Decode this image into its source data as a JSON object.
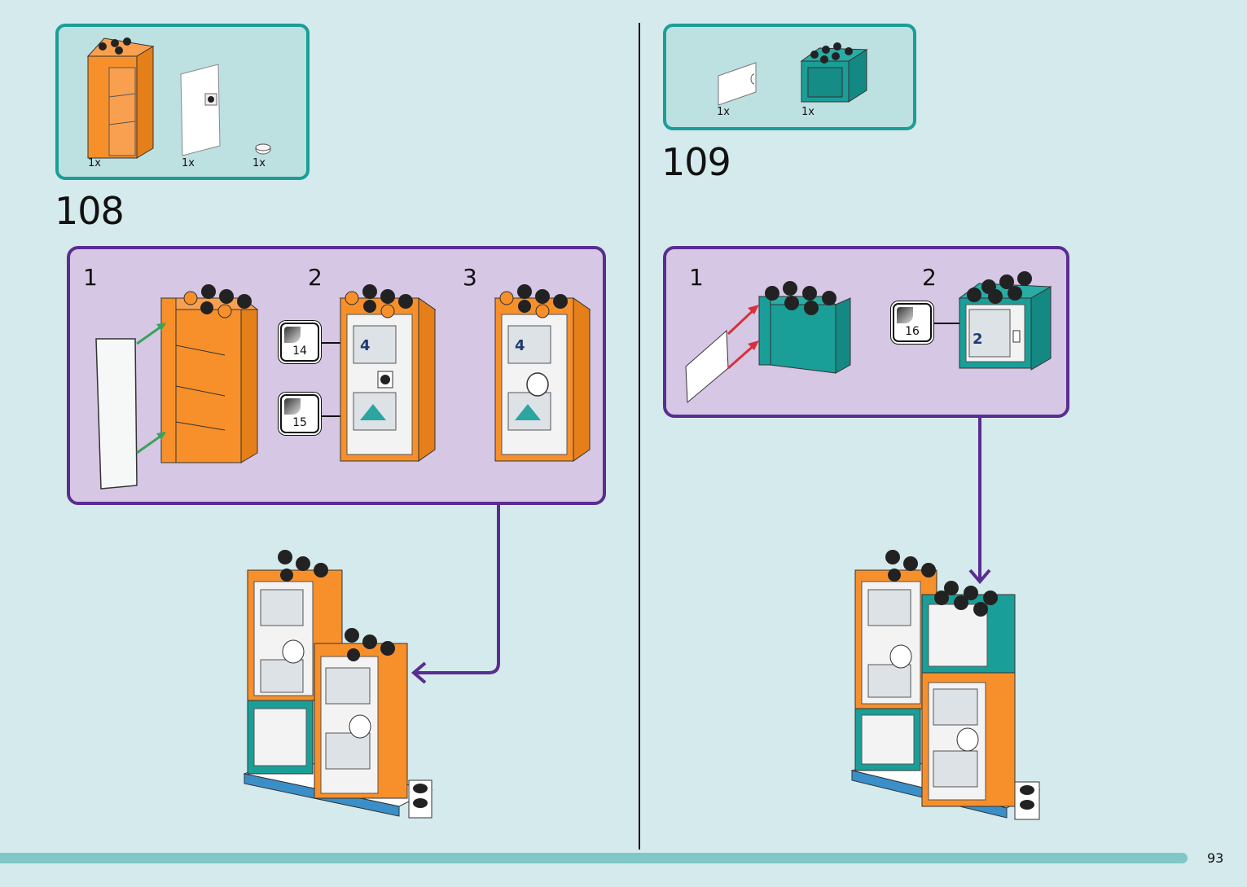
{
  "page": {
    "number": "93"
  },
  "steps": [
    {
      "number": "108",
      "parts": [
        {
          "name": "orange-cupboard-brick",
          "qty": "1x",
          "color": "#f7902a"
        },
        {
          "name": "white-door",
          "qty": "1x",
          "color": "#ffffff"
        },
        {
          "name": "white-round-tile",
          "qty": "1x",
          "color": "#ffffff"
        }
      ],
      "substeps": [
        {
          "number": "1"
        },
        {
          "number": "2",
          "stickers": [
            "14",
            "15"
          ]
        },
        {
          "number": "3"
        }
      ]
    },
    {
      "number": "109",
      "parts": [
        {
          "name": "white-door-small",
          "qty": "1x",
          "color": "#ffffff"
        },
        {
          "name": "teal-cupboard-brick",
          "qty": "1x",
          "color": "#1a9e98"
        }
      ],
      "substeps": [
        {
          "number": "1"
        },
        {
          "number": "2",
          "stickers": [
            "16"
          ]
        }
      ]
    }
  ],
  "colors": {
    "background": "#d5eaec",
    "parts_border": "#1a9e98",
    "substep_border": "#5a2d91",
    "substep_fill": "#d6c7e5",
    "orange": "#f7902a",
    "teal": "#1a9e98",
    "arrow_green": "#3aa35a",
    "arrow_red": "#d9313b"
  }
}
